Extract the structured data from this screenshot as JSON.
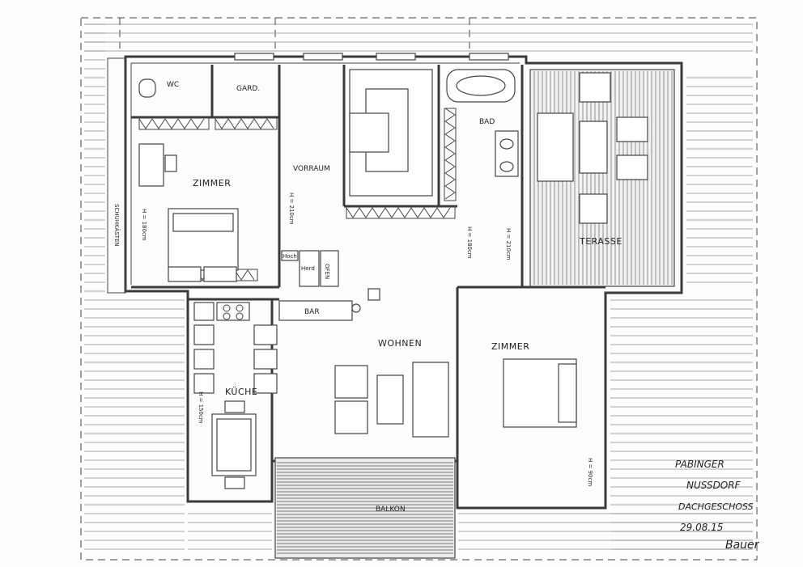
{
  "rooms": {
    "wc": "WC",
    "gard": "GARD.",
    "zimmer_left": "ZIMMER",
    "vorraum": "VORRAUM",
    "bad": "BAD",
    "terasse": "TERASSE",
    "kueche": "KÜCHE",
    "bar": "BAR",
    "wohnen": "WOHNEN",
    "zimmer_right": "ZIMMER",
    "balkon": "BALKON",
    "schuhkasten": "SCHUHKÄSTEN"
  },
  "heights": {
    "zimmer_left": "H = 180cm",
    "vorraum": "H = 210cm",
    "bad_left": "H = 180cm",
    "bad_right": "H = 210cm",
    "kueche": "H = 150cm",
    "zimmer_right": "H = 90cm"
  },
  "appliances": {
    "hoch": "Hoch",
    "herd": "Herd",
    "ofen": "OFEN"
  },
  "title_block": {
    "line1": "PABINGER",
    "line2": "NUSSDORF",
    "line3": "DACHGESCHOSS",
    "date": "29.08.15"
  },
  "signature": {
    "text": "Bauer"
  },
  "colors": {
    "paper": "#fdfdfb",
    "ink": "#3a3a3a",
    "terrace": "#9a9a9a",
    "balcony": "#8a8a8a"
  }
}
